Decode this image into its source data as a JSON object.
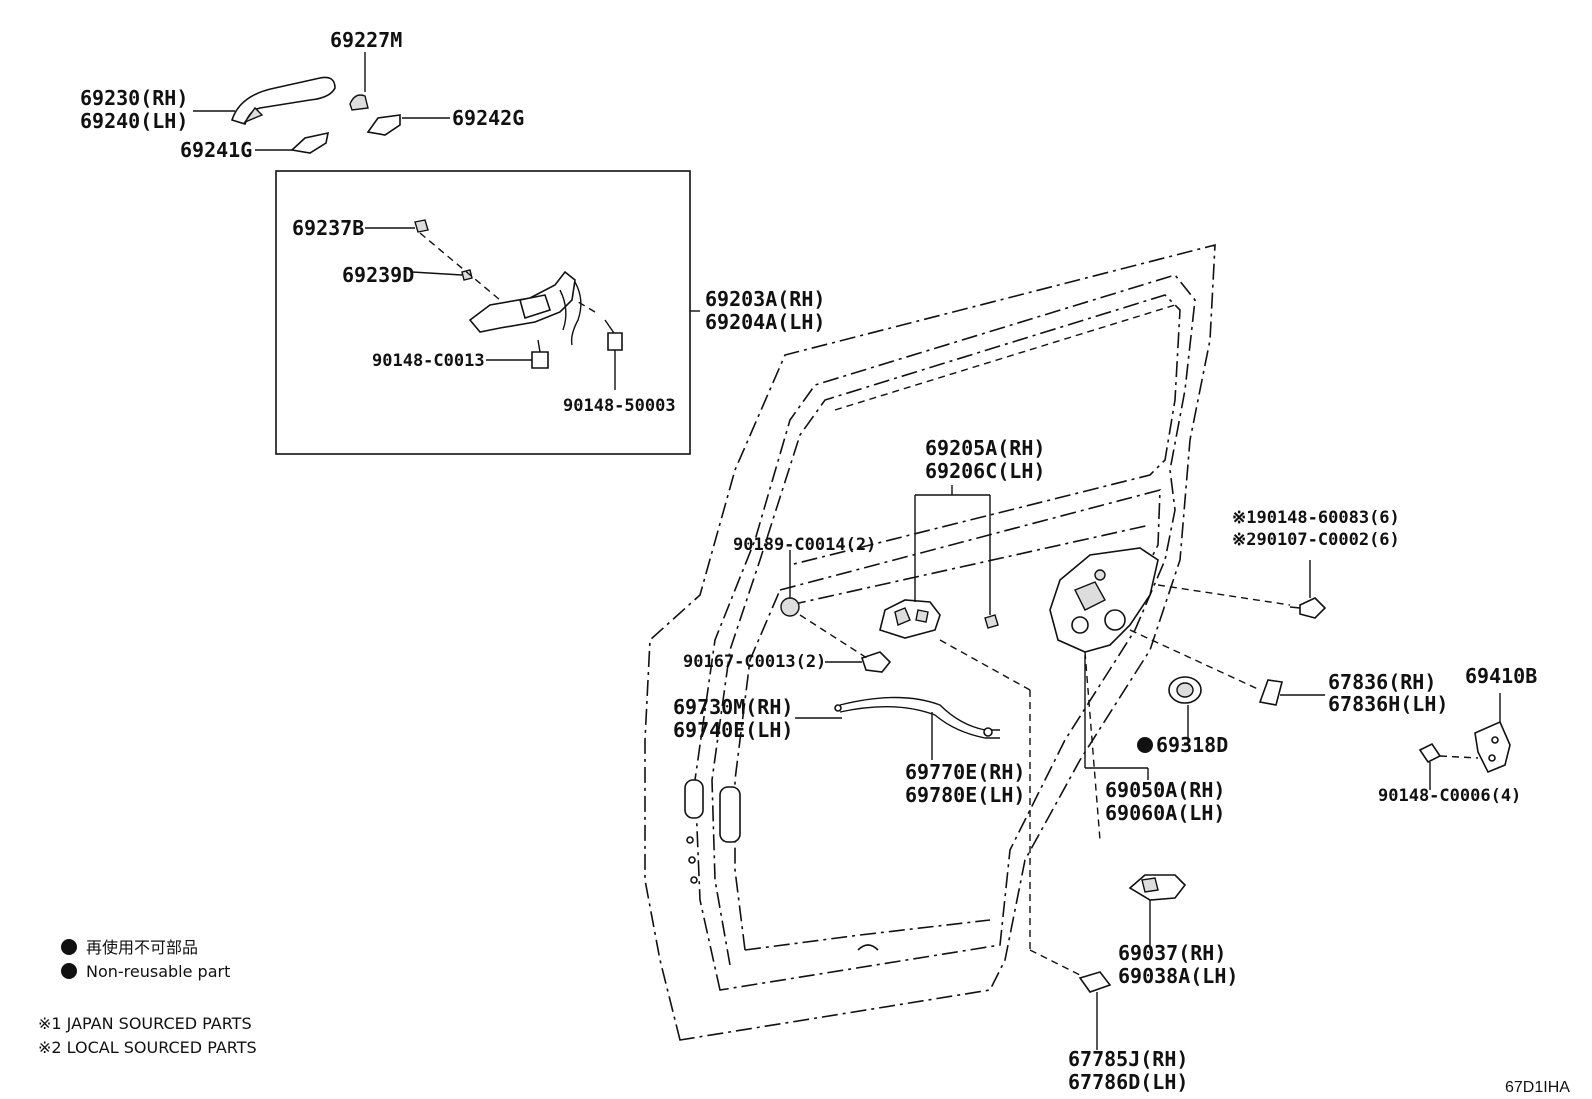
{
  "labels": {
    "p69227M": "69227M",
    "p69230": "69230(RH)",
    "p69240": "69240(LH)",
    "p69242G": "69242G",
    "p69241G": "69241G",
    "p69237B": "69237B",
    "p69239D": "69239D",
    "p69203A": "69203A(RH)",
    "p69204A": "69204A(LH)",
    "p90148C0013": "90148-C0013",
    "p9014850003": "90148-50003",
    "p69205A": "69205A(RH)",
    "p69206C": "69206C(LH)",
    "p90189C0014": "90189-C0014(2)",
    "p90167C0013": "90167-C0013(2)",
    "p69730M": "69730M(RH)",
    "p69740E": "69740E(LH)",
    "p69770E": "69770E(RH)",
    "p69780E": "69780E(LH)",
    "p9014860083": "※190148-60083(6)",
    "p90107C0002": "※290107-C0002(6)",
    "p67836RH": "67836(RH)",
    "p67836H": "67836H(LH)",
    "p69410B": "69410B",
    "p69318D": "69318D",
    "p69050A": "69050A(RH)",
    "p69060A": "69060A(LH)",
    "p90148C0006": "90148-C0006(4)",
    "p69037": "69037(RH)",
    "p69038A": "69038A(LH)",
    "p67785J": "67785J(RH)",
    "p67786D": "67786D(LH)"
  },
  "legend": {
    "nonreusable_jp": "再使用不可部品",
    "nonreusable_en": "Non-reusable part",
    "note1": "※1 JAPAN SOURCED PARTS",
    "note2": "※2 LOCAL SOURCED PARTS"
  },
  "diagram_code": "67D1IHA"
}
